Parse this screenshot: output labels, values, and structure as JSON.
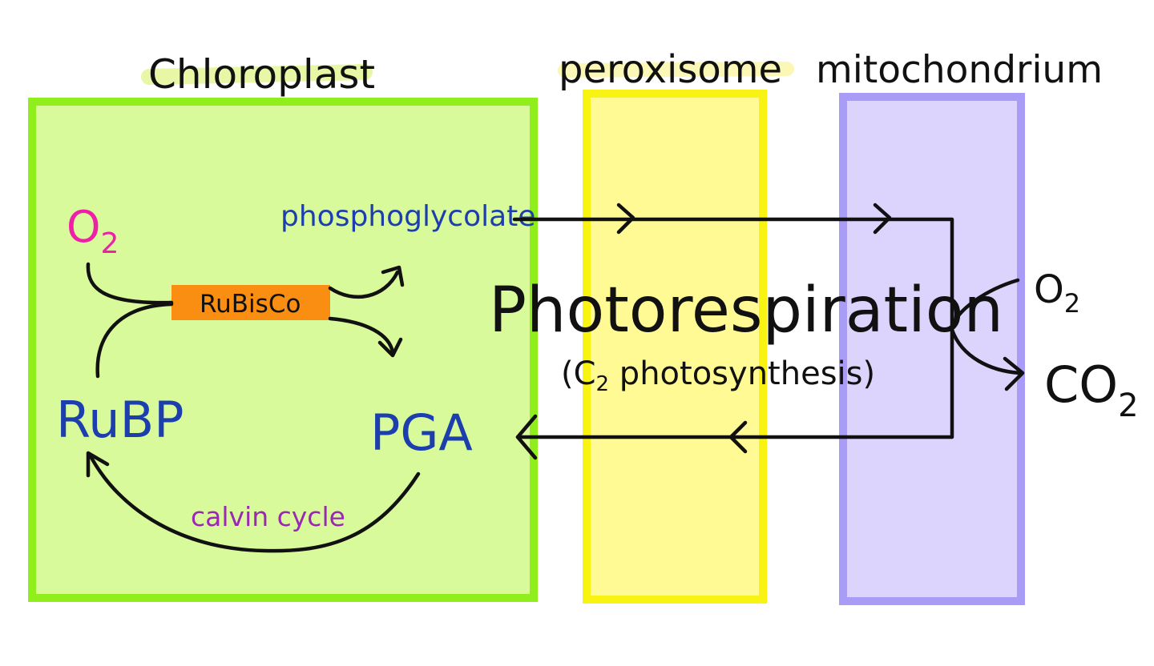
{
  "labels": {
    "chloroplast": "Chloroplast",
    "peroxisome": "peroxisome",
    "mitochondrium": "mitochondrium",
    "phosphoglycolate": "phosphoglycolate",
    "o2_top": "O",
    "o2_top_sub": "2",
    "rubisco": "RuBisCo",
    "rubp": "RuBP",
    "pga": "PGA",
    "calvin_cycle": "calvin cycle",
    "photorespiration": "Photorespiration",
    "c2_open": "(C",
    "c2_sub": "2",
    "c2_rest": " photosynthesis)",
    "o2_right": "O",
    "o2_right_sub": "2",
    "co2": "CO",
    "co2_sub": "2"
  },
  "colors": {
    "chloroplast_fill": "#d9fa9a",
    "chloroplast_border": "#8fee1c",
    "peroxisome_fill": "#fffa94",
    "peroxisome_border": "#f9f314",
    "mitochondrium_fill": "#dcd4fc",
    "mitochondrium_border": "#a99cf7",
    "rubisco_fill": "#fa8e12",
    "o2_magenta": "#ee1fa8",
    "blue_text": "#1d3fae",
    "purple_text": "#9b27b5",
    "arrow": "#111111"
  }
}
